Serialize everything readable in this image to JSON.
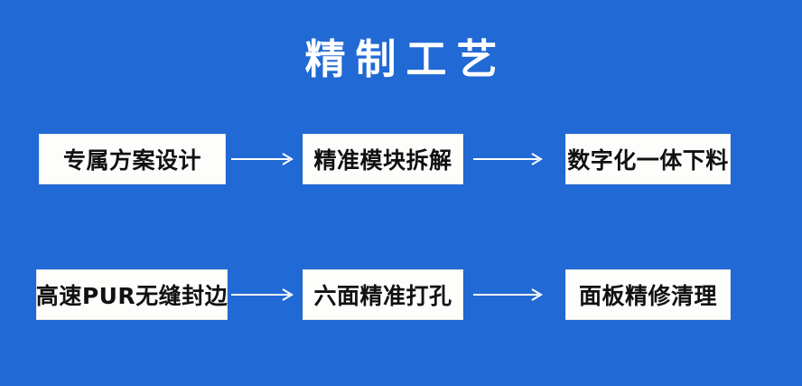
{
  "poster": {
    "title": "精制工艺",
    "background_color": "#2169d4",
    "box_fill_color": "#fdfdfb",
    "box_text_color": "#111111",
    "title_color": "#ffffff",
    "arrow_color": "#ffffff"
  },
  "flow": {
    "rows": [
      {
        "steps": [
          {
            "label": "专属方案设计"
          },
          {
            "label": "精准模块拆解"
          },
          {
            "label": "数字化一体下料"
          }
        ],
        "arrows": [
          {
            "icon": "arrow-right-icon"
          },
          {
            "icon": "arrow-right-icon"
          }
        ]
      },
      {
        "steps": [
          {
            "label": "高速PUR无缝封边"
          },
          {
            "label": "六面精准打孔"
          },
          {
            "label": "面板精修清理"
          }
        ],
        "arrows": [
          {
            "icon": "arrow-right-icon"
          },
          {
            "icon": "arrow-right-icon"
          }
        ]
      }
    ]
  }
}
